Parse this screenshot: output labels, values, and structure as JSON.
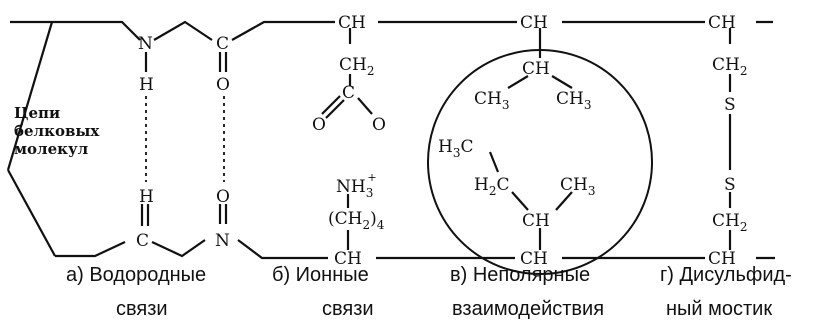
{
  "side_label": {
    "lines": [
      "Цепи",
      "белковых",
      "молекул"
    ]
  },
  "atoms": {
    "N": "N",
    "H": "H",
    "C": "C",
    "O": "O",
    "S": "S",
    "CH": "CH",
    "CH2": "CH",
    "sub2": "2",
    "CH3": "CH",
    "sub3": "3",
    "H3C_H": "H",
    "H3C_C": "C",
    "H2C_H": "H",
    "H2C_C": "C",
    "NH3": "NH",
    "NH3_sup": "+",
    "CH2_4_open": "(CH",
    "CH2_4_close": ")",
    "sub4": "4"
  },
  "captions": [
    {
      "line1": "а) Водородные",
      "line2": "связи"
    },
    {
      "line1": "б) Ионные",
      "line2": "связи"
    },
    {
      "line1": "в) Неполярные",
      "line2": "взаимодействия"
    },
    {
      "line1": "г) Дисульфид-",
      "line2": "ный мостик"
    }
  ]
}
